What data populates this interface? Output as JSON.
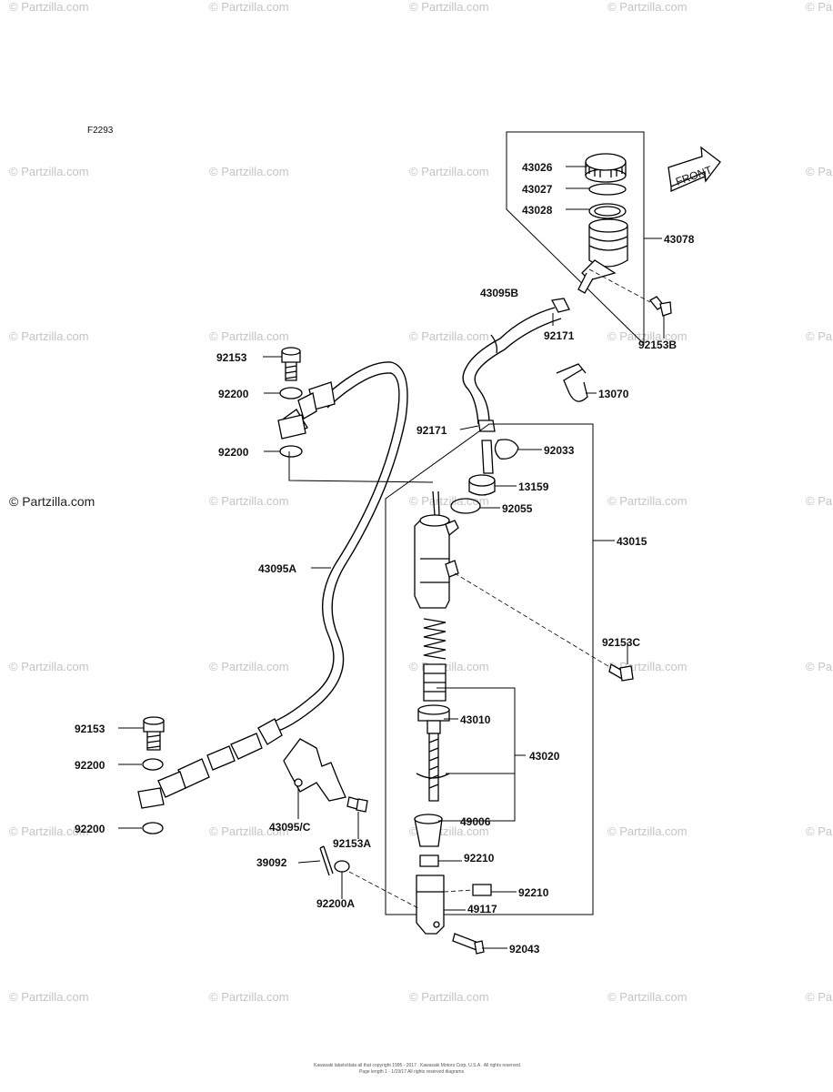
{
  "figure_code": "F2293",
  "watermarks": {
    "small": "© Partzilla.com",
    "large": "© Partzilla.com"
  },
  "front_arrow": "FRONT",
  "labels": {
    "p43026": "43026",
    "p43027": "43027",
    "p43028": "43028",
    "p43078": "43078",
    "p43095B": "43095B",
    "p92171a": "92171",
    "p92153B": "92153B",
    "p13070": "13070",
    "p92171b": "92171",
    "p92033": "92033",
    "p13159": "13159",
    "p92055": "92055",
    "p43015": "43015",
    "p92153top": "92153",
    "p92200a": "92200",
    "p92200b": "92200",
    "p43095A": "43095A",
    "p92153C": "92153C",
    "p43010": "43010",
    "p43020": "43020",
    "p92153bot": "92153",
    "p92200c": "92200",
    "p92200d": "92200",
    "p43095C": "43095/C",
    "p92153A": "92153A",
    "p49006": "49006",
    "p92210a": "92210",
    "p39092": "39092",
    "p92210b": "92210",
    "p49117": "49117",
    "p92200A": "92200A",
    "p92043": "92043"
  },
  "footer": {
    "line1": "Kawasaki labels/data all that copyright 1995 - 2017 . Kawasaki Motors Corp, U.S.A . All rights reserved.",
    "line2": "Page length 1 - 1/19/17 All rights reserved diagrams"
  }
}
